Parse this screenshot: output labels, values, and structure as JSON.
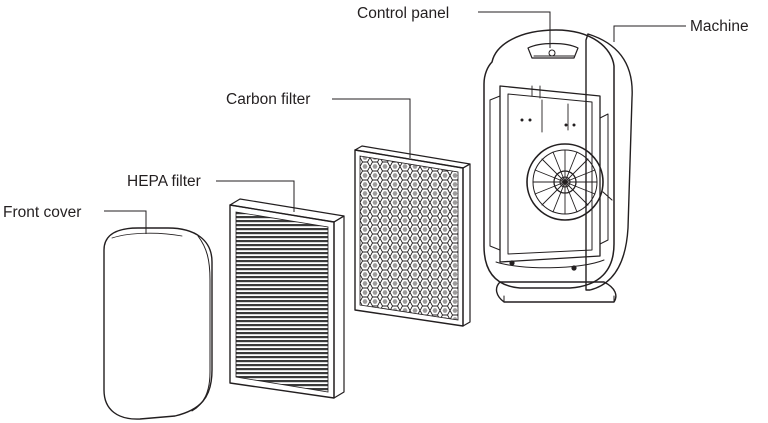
{
  "labels": {
    "control_panel": "Control panel",
    "machine": "Machine",
    "carbon_filter": "Carbon filter",
    "hepa_filter": "HEPA filter",
    "front_cover": "Front cover"
  },
  "colors": {
    "line": "#231f20",
    "background": "#ffffff",
    "hepa_fill": "#5a5a5a"
  }
}
